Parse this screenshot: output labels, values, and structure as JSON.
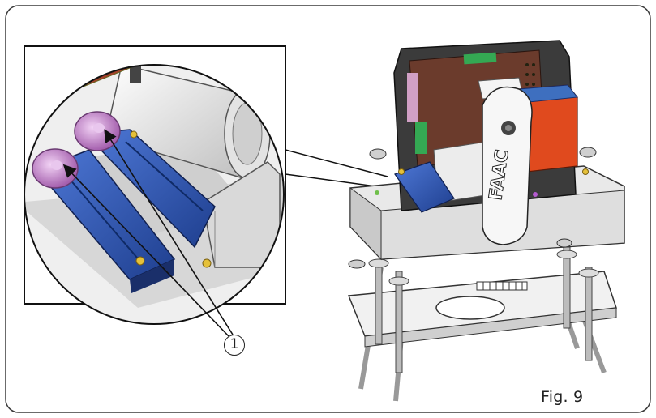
{
  "figure": {
    "caption": "Fig. 9",
    "callout_number": "1",
    "brand_mark": "FAAC"
  },
  "colors": {
    "frame": "#3a3a3a",
    "housing_light": "#e9e9e9",
    "housing_shade": "#c9c9c9",
    "board_brown": "#6b3b2c",
    "board_green": "#34a853",
    "capacitor_blue": "#2f56b0",
    "relay_orange": "#e04a1e",
    "limit_switch_purple": "#c98fcf"
  },
  "icons": {
    "callout_marker": "circled-number-icon",
    "leader_arrows": "arrow-icon"
  }
}
